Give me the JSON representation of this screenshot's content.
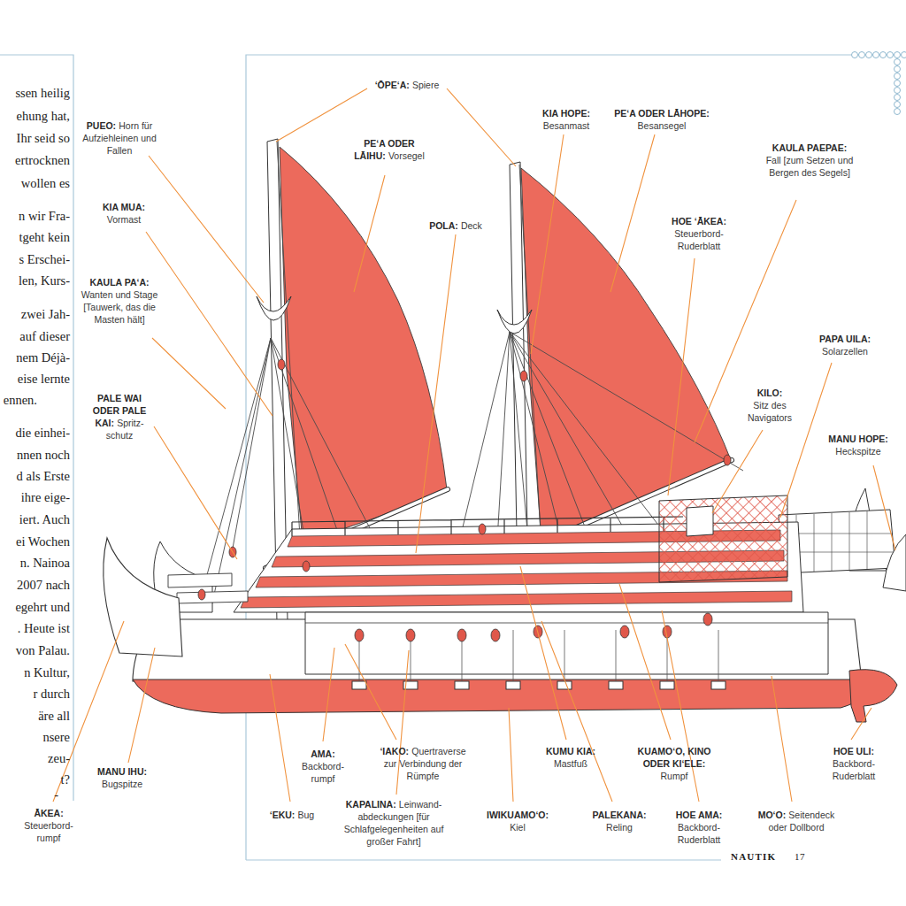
{
  "diagram": {
    "labels": [
      "ssen heilig",
      "ehung hat,",
      "Ihr seid so",
      "ertrocknen",
      "wollen es",
      "n wir Fra-",
      "tgeht kein",
      "s Erschei-",
      "len, Kurs-",
      "zwei Jah-",
      "auf dieser",
      "nem Déjà-",
      "eise lernte",
      "ennen.",
      "die einhei-",
      "nnen noch",
      "d als Erste",
      "ihre eige-",
      "iert. Auch",
      "ei Wochen",
      "n. Nainoa",
      "2007 nach",
      "egehrt und",
      ". Heute ist",
      "von Palau.",
      "n Kultur,",
      "r durch",
      "äre all",
      "nsere",
      "zeu-",
      "t?",
      "-",
      "ʻŌPEʻA:",
      "Spiere",
      "KIA HOPE:",
      "Besanmast",
      "PEʻA ODER LĀHOPE:",
      "Besansegel",
      "PUEO:",
      "Horn für Aufziehleinen und Fallen",
      "PEʻA ODER LĀIHU:",
      "Vorsegel",
      "KAULA PAEPAE:",
      "Fall [zum Setzen und Bergen des Segels]",
      "KIA MUA:",
      "Vormast",
      "POLA:",
      "Deck",
      "HOE ʻĀKEA:",
      "Steuerbord-Ruderblatt",
      "KAULA PAʻA:",
      "Wanten und Stage [Tauwerk, das die Masten hält]",
      "PAPA UILA:",
      "Solarzellen",
      "KILO:",
      "Sitz des Navigators",
      "PALE WAI ODER PALE KAI:",
      "Spritz-schutz",
      "MANU HOPE:",
      "Heckspitze",
      "AMA:",
      "Backbord-rumpf",
      "ʻIAKO:",
      "Quertraverse zur Verbindung der Rümpfe",
      "KUMU KIA:",
      "Mastfuß",
      "KUAMOʻO, KINO ODER KIʻELE:",
      "Rumpf",
      "HOE ULI:",
      "Backbord-Ruderblatt",
      "MANU IHU:",
      "Bugspitze",
      "ʻEKU:",
      "Bug",
      "KAPALINA:",
      "Leinwand-abdeckungen [für Schlafgelegenheiten auf großer Fahrt]",
      "IWIKUAMOʻO:",
      "Kiel",
      "PALEKANA:",
      "Reling",
      "HOE AMA:",
      "Backbord-Ruderblatt",
      "MOʻO:",
      "Seitendeck oder Dollbord",
      "ĀKEA:",
      "Steuerbord-rumpf",
      "NAUTIK",
      "17"
    ]
  }
}
